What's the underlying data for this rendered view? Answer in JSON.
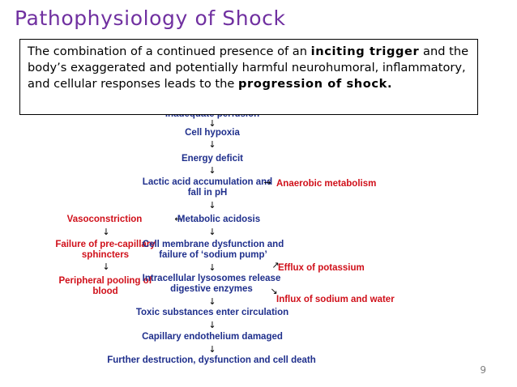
{
  "slide": {
    "title": "Pathophysiology of Shock",
    "page_number": "9"
  },
  "callout": {
    "part1": "The combination of a continued presence of an ",
    "emphasis1": "inciting trigger",
    "part2": " and the body’s exaggerated and potentially harmful neurohumoral, inflammatory, and cellular responses leads to the ",
    "emphasis2": "progression of shock."
  },
  "diagram": {
    "arrow_down": "↓",
    "arrow_left": "←",
    "arrow_right": "→",
    "arrow_up_right": "↗",
    "arrow_down_right": "↘",
    "nodes": {
      "cell_hypoxia": "Cell hypoxia",
      "energy_deficit": "Energy deficit",
      "lactic_line1": "Lactic acid accumulation and",
      "lactic_line2": "fall in pH",
      "anaerobic": "Anaerobic metabolism",
      "vasoconstriction": "Vasoconstriction",
      "metabolic_acidosis": "Metabolic acidosis",
      "failure_line1": "Failure of pre-capillary",
      "failure_line2": "sphincters",
      "membrane_line1": "Cell membrane dysfunction and",
      "membrane_line2": "failure of ‘sodium pump’",
      "efflux": "Efflux of potassium",
      "pooling_line1": "Peripheral pooling of",
      "pooling_line2": "blood",
      "lysosomes_line1": "Intracellular lysosomes release",
      "lysosomes_line2": "digestive enzymes",
      "influx": "Influx of sodium and water",
      "toxic": "Toxic substances enter circulation",
      "capillary": "Capillary endothelium damaged",
      "further": "Further destruction, dysfunction and cell death"
    }
  }
}
